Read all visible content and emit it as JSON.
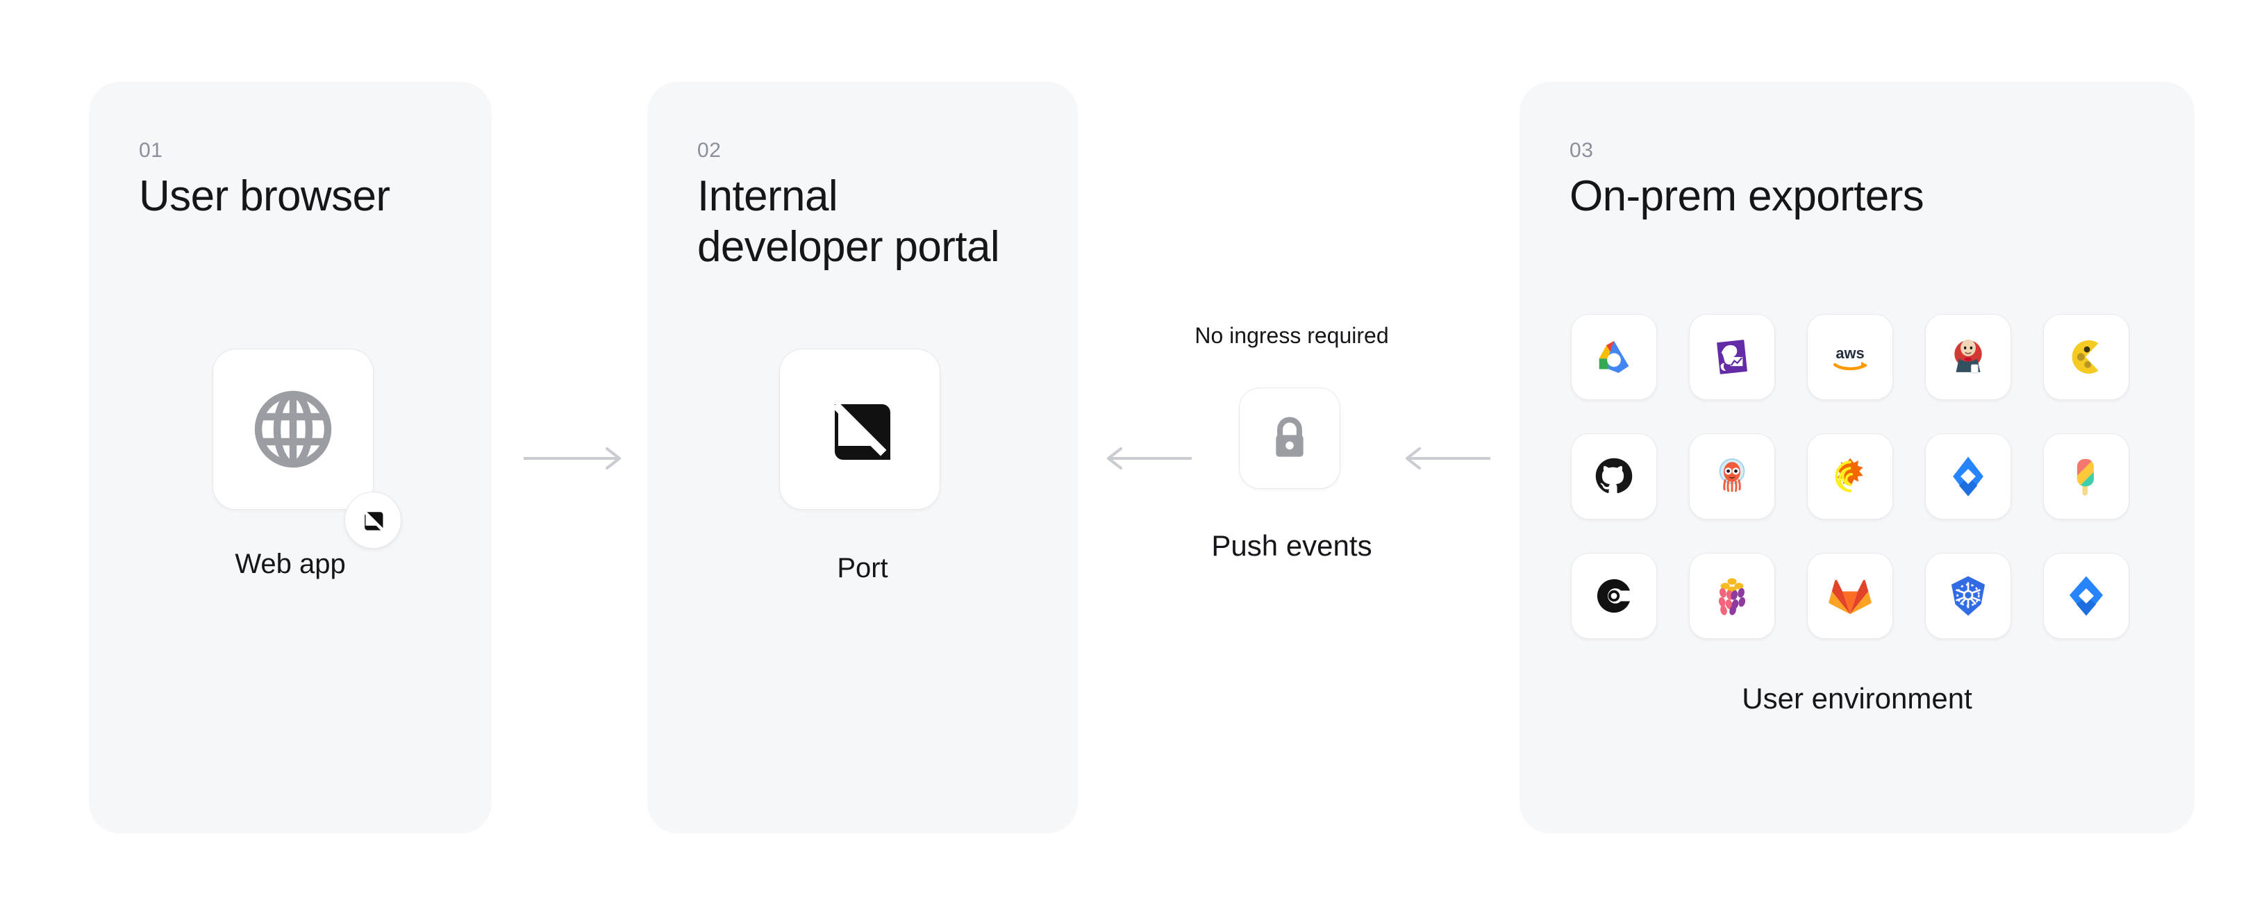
{
  "diagram": {
    "title": "Port on-prem exporters architecture",
    "background": "#ffffff",
    "card_background": "#f6f7f9",
    "accent_gray": "#8a9099",
    "arrow_color": "#c9ccd1"
  },
  "cards": [
    {
      "step": "01",
      "title": "User browser",
      "icon_name": "globe-icon",
      "icon_caption": "Web app",
      "badge_icon_name": "port-logo-icon"
    },
    {
      "step": "02",
      "title": "Internal\ndeveloper portal",
      "icon_name": "port-logo-icon",
      "icon_caption": "Port"
    },
    {
      "step": "03",
      "title": "On-prem exporters",
      "grid_caption": "User environment"
    }
  ],
  "connector": {
    "top_label": "No ingress required",
    "bottom_label": "Push events",
    "lock_icon_name": "lock-icon"
  },
  "arrows": [
    {
      "name": "arrow-browser-to-portal",
      "direction": "right"
    },
    {
      "name": "arrow-lock-to-portal",
      "direction": "left"
    },
    {
      "name": "arrow-exporters-to-lock",
      "direction": "left"
    }
  ],
  "exporters": [
    {
      "name": "google-cloud-icon",
      "label": "Google Cloud"
    },
    {
      "name": "datadog-icon",
      "label": "Datadog"
    },
    {
      "name": "aws-icon",
      "label": "AWS"
    },
    {
      "name": "jenkins-icon",
      "label": "Jenkins"
    },
    {
      "name": "cookie-icon",
      "label": "Cookie"
    },
    {
      "name": "github-icon",
      "label": "GitHub"
    },
    {
      "name": "octopus-deploy-icon",
      "label": "Octopus Deploy"
    },
    {
      "name": "grafana-icon",
      "label": "Grafana"
    },
    {
      "name": "jira-icon",
      "label": "Jira"
    },
    {
      "name": "popsicle-icon",
      "label": "Popsicle"
    },
    {
      "name": "circleci-icon",
      "label": "CircleCI"
    },
    {
      "name": "cluster-berry-icon",
      "label": "Cluster"
    },
    {
      "name": "gitlab-icon",
      "label": "GitLab"
    },
    {
      "name": "kubernetes-icon",
      "label": "Kubernetes"
    },
    {
      "name": "jira-icon-2",
      "label": "Jira"
    }
  ]
}
